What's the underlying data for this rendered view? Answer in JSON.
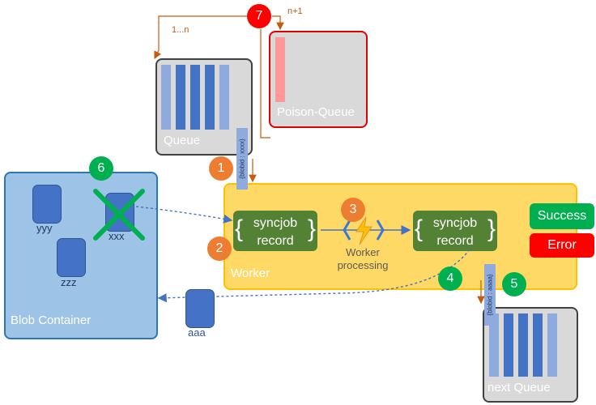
{
  "queue": {
    "label": "Queue"
  },
  "poison_queue": {
    "label": "Poison-Queue"
  },
  "next_queue": {
    "label": "next Queue"
  },
  "blob_container": {
    "label": "Blob Container",
    "blobs": [
      "yyy",
      "xxx",
      "zzz"
    ]
  },
  "moved_blob": {
    "label": "aaa"
  },
  "worker": {
    "label": "Worker",
    "processing_label": "Worker\nprocessing",
    "record_in": "syncjob\nrecord",
    "record_out": "syncjob\nrecord"
  },
  "status": {
    "success": "Success",
    "error": "Error"
  },
  "messages": {
    "queue_msg": "{blobid : xxxx}",
    "next_msg": "{blobid : aaaa}"
  },
  "retry": {
    "range_label": "1...n",
    "overflow_label": "n+1"
  },
  "steps": [
    "1",
    "2",
    "3",
    "4",
    "5",
    "6",
    "7"
  ],
  "colors": {
    "container_blue": "#9dc3e6",
    "worker_yellow": "#ffd966",
    "record_green": "#548235",
    "step_orange": "#ed7d31",
    "step_green": "#00b050",
    "step_red": "#ff0000"
  }
}
